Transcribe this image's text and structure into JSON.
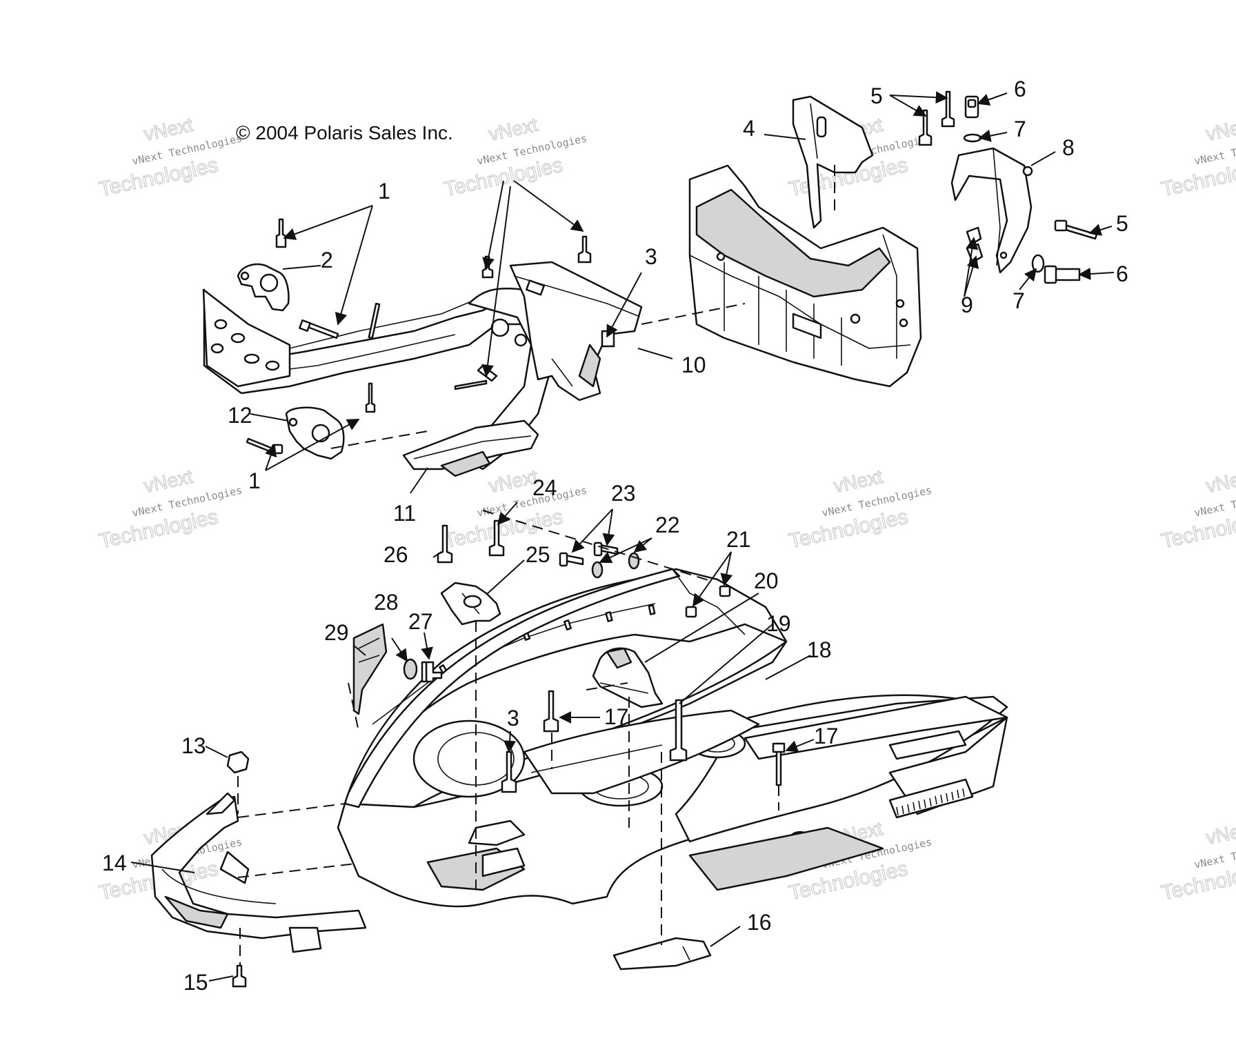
{
  "copyright": "© 2004 Polaris Sales Inc.",
  "watermark": {
    "line1": "vNext",
    "line2": "vNext Technologies",
    "line3": "Technologies"
  },
  "callouts": {
    "c1a": "1",
    "c1b": "1",
    "c2": "2",
    "c3a": "3",
    "c3b": "3",
    "c4": "4",
    "c5a": "5",
    "c5b": "5",
    "c6a": "6",
    "c6b": "6",
    "c7a": "7",
    "c7b": "7",
    "c8": "8",
    "c9": "9",
    "c10": "10",
    "c11": "11",
    "c12": "12",
    "c13": "13",
    "c14": "14",
    "c15": "15",
    "c16": "16",
    "c17a": "17",
    "c17b": "17",
    "c18": "18",
    "c19": "19",
    "c20": "20",
    "c21": "21",
    "c22": "22",
    "c23": "23",
    "c24": "24",
    "c25": "25",
    "c26": "26",
    "c27": "27",
    "c28": "28",
    "c29": "29"
  }
}
